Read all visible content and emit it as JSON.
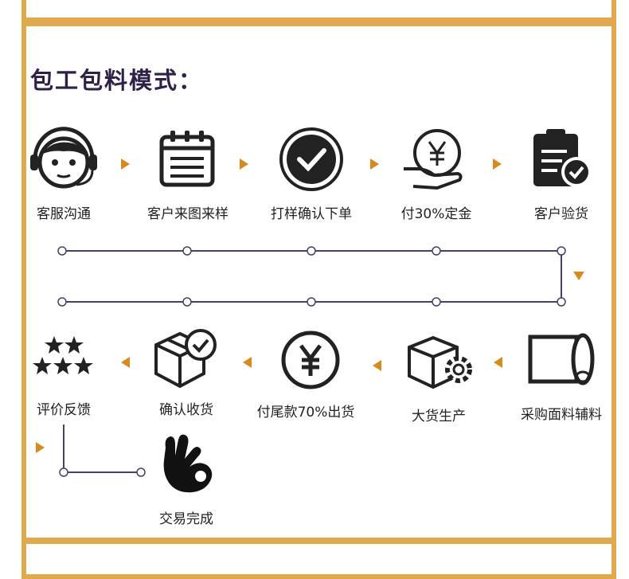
{
  "title": "包工包料模式：",
  "colors": {
    "border": "#e0a94b",
    "accent": "#d98a1f",
    "title": "#2e2148",
    "icon": "#222222",
    "track": "#4a3f66"
  },
  "row1": [
    {
      "label": "客服沟通",
      "icon": "headset-agent-icon"
    },
    {
      "label": "客户来图来样",
      "icon": "calendar-notepad-icon"
    },
    {
      "label": "打样确认下单",
      "icon": "check-circle-icon"
    },
    {
      "label": "付30%定金",
      "icon": "yen-hand-icon"
    },
    {
      "label": "客户验货",
      "icon": "clipboard-check-icon"
    }
  ],
  "row2": [
    {
      "label": "评价反馈",
      "icon": "stars-icon"
    },
    {
      "label": "确认收货",
      "icon": "box-check-icon"
    },
    {
      "label": "付尾款70%出货",
      "icon": "yen-circle-icon"
    },
    {
      "label": "大货生产",
      "icon": "box-gear-icon"
    },
    {
      "label": "采购面料辅料",
      "icon": "fabric-roll-icon"
    }
  ],
  "final": {
    "label": "交易完成",
    "icon": "ok-hand-icon"
  }
}
